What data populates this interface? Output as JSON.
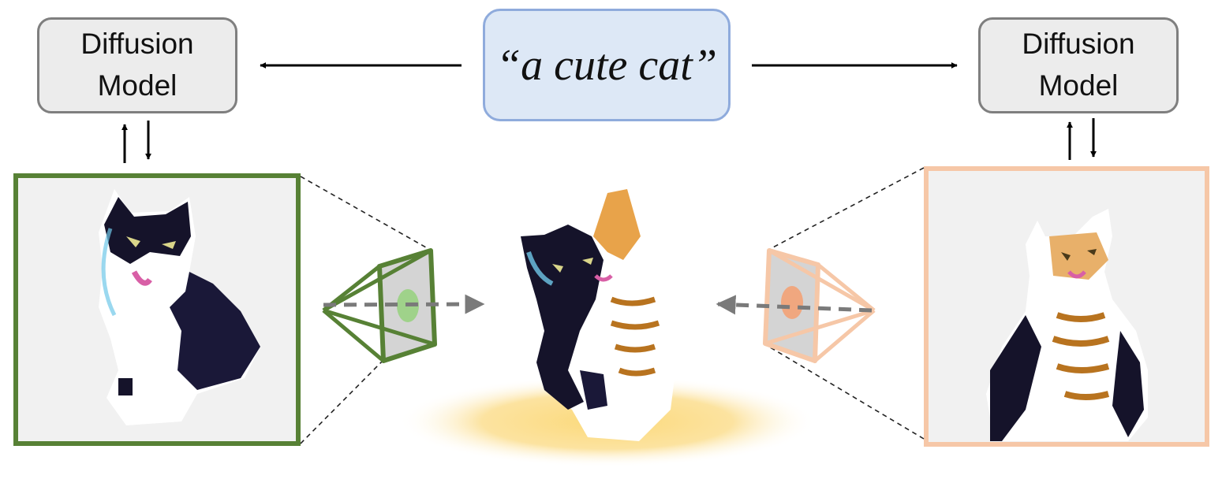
{
  "prompt": {
    "text": "“a cute cat”"
  },
  "left_model": {
    "line1": "Diffusion",
    "line2": "Model"
  },
  "right_model": {
    "line1": "Diffusion",
    "line2": "Model"
  },
  "colors": {
    "left_view": "#578135",
    "right_view": "#f6c7a7",
    "prompt_fill": "#dde8f6",
    "prompt_border": "#8fabdc",
    "model_fill": "#ececec",
    "ground_glow": "#fbdf8c"
  },
  "icons": [
    "left-camera-icon",
    "right-camera-icon",
    "cat-render-left",
    "cat-render-3d",
    "cat-render-right"
  ]
}
